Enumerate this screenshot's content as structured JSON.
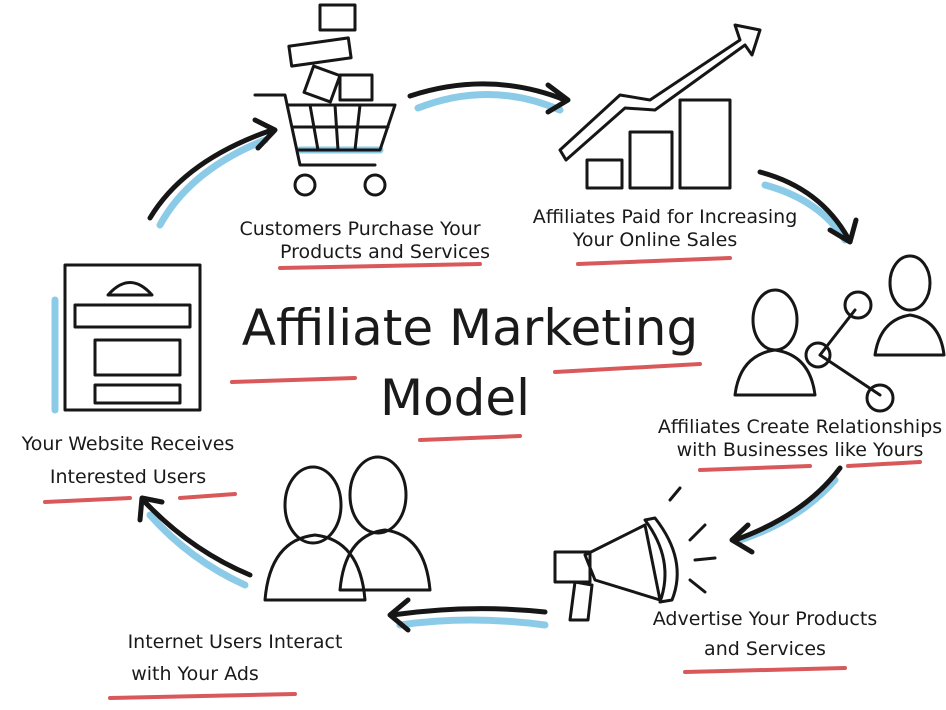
{
  "title": {
    "line1": "Affiliate Marketing",
    "line2": "Model"
  },
  "steps": [
    {
      "lines": [
        "Customers Purchase Your",
        "Products and Services"
      ],
      "icon": "shopping-cart-icon"
    },
    {
      "lines": [
        "Affiliates Paid for Increasing",
        "Your Online Sales"
      ],
      "icon": "growth-chart-icon"
    },
    {
      "lines": [
        "Affiliates Create Relationships",
        "with Businesses like Yours"
      ],
      "icon": "network-people-icon"
    },
    {
      "lines": [
        "Advertise Your Products",
        "and Services"
      ],
      "icon": "megaphone-icon"
    },
    {
      "lines": [
        "Internet Users Interact",
        "with Your Ads"
      ],
      "icon": "users-icon"
    },
    {
      "lines": [
        "Your Website Receives",
        "Interested Users"
      ],
      "icon": "website-icon"
    }
  ],
  "colors": {
    "accent_red": "#d9595a",
    "accent_blue": "#8ccbe8",
    "ink": "#161616"
  }
}
